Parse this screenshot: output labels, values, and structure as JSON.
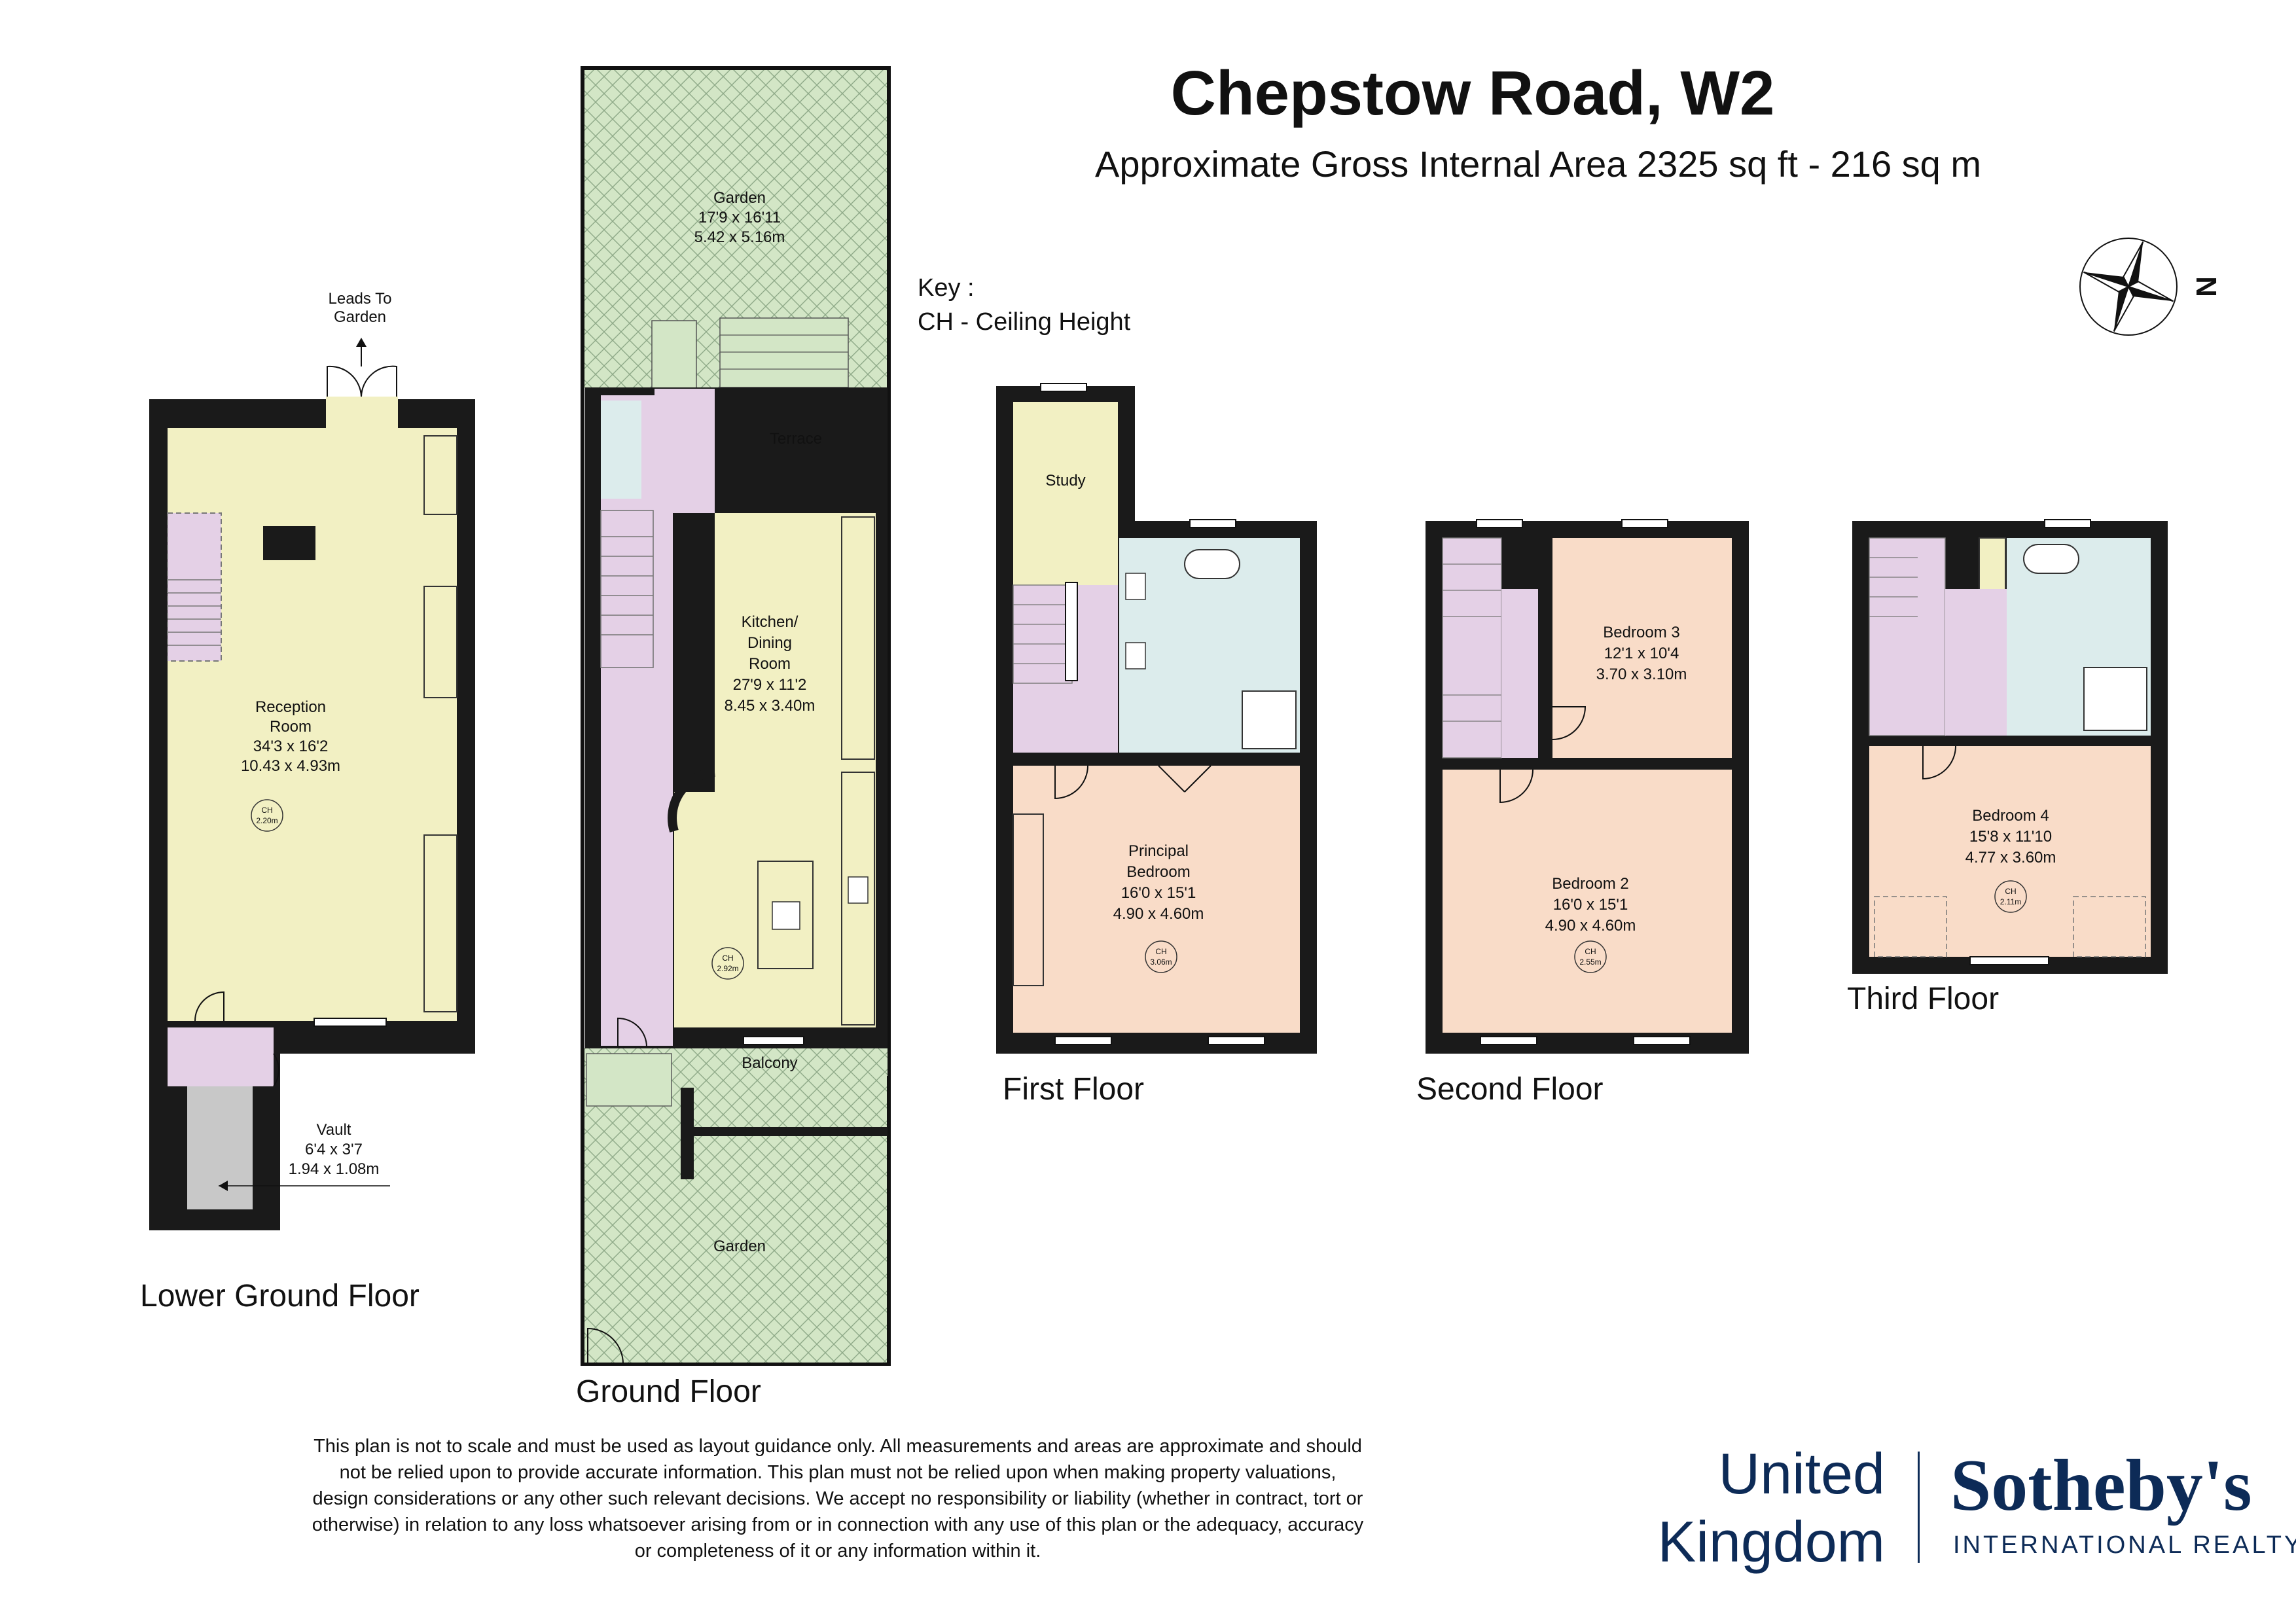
{
  "title": "Chepstow Road, W2",
  "subtitle": "Approximate Gross Internal Area 2325 sq ft - 216 sq m",
  "key": {
    "heading": "Key :",
    "entry": "CH - Ceiling Height"
  },
  "compass_label": "N",
  "floors": {
    "lower_ground": {
      "label": "Lower Ground Floor",
      "leads_line1": "Leads To",
      "leads_line2": "Garden",
      "reception": {
        "name1": "Reception",
        "name2": "Room",
        "imperial": "34'3 x 16'2",
        "metric": "10.43 x 4.93m",
        "ch1": "CH",
        "ch2": "2.20m"
      },
      "vault": {
        "name": "Vault",
        "imperial": "6'4 x 3'7",
        "metric": "1.94 x 1.08m"
      }
    },
    "ground": {
      "label": "Ground Floor",
      "garden_rear": {
        "name": "Garden",
        "imperial": "17'9 x 16'11",
        "metric": "5.42 x 5.16m"
      },
      "terrace": "Terrace",
      "kitchen": {
        "name1": "Kitchen/",
        "name2": "Dining",
        "name3": "Room",
        "imperial": "27'9 x 11'2",
        "metric": "8.45 x 3.40m",
        "ch1": "CH",
        "ch2": "2.92m"
      },
      "balcony": "Balcony",
      "garden_front": "Garden"
    },
    "first": {
      "label": "First Floor",
      "study": "Study",
      "principal": {
        "name1": "Principal",
        "name2": "Bedroom",
        "imperial": "16'0 x 15'1",
        "metric": "4.90 x 4.60m",
        "ch1": "CH",
        "ch2": "3.06m"
      }
    },
    "second": {
      "label": "Second Floor",
      "bedroom3": {
        "name": "Bedroom 3",
        "imperial": "12'1 x 10'4",
        "metric": "3.70 x 3.10m"
      },
      "bedroom2": {
        "name": "Bedroom 2",
        "imperial": "16'0 x 15'1",
        "metric": "4.90 x 4.60m",
        "ch1": "CH",
        "ch2": "2.55m"
      }
    },
    "third": {
      "label": "Third Floor",
      "bedroom4": {
        "name": "Bedroom 4",
        "imperial": "15'8 x 11'10",
        "metric": "4.77 x 3.60m",
        "ch1": "CH",
        "ch2": "2.11m"
      }
    }
  },
  "disclaimer": {
    "line1": "This plan is not to scale and must be used as layout guidance only. All measurements and areas are approximate and should",
    "line2": "not be relied upon to provide accurate information. This plan must not be relied upon when making property valuations,",
    "line3": "design considerations or any other such relevant decisions. We accept no responsibility or liability (whether in contract, tort or",
    "line4": "otherwise) in relation to any loss whatsoever arising from or in connection with any use of this plan or the adequacy, accuracy",
    "line5": "or completeness of it or any information within it."
  },
  "logo": {
    "region_line1": "United",
    "region_line2": "Kingdom",
    "brand": "Sotheby's",
    "tagline": "INTERNATIONAL REALTY"
  },
  "colors": {
    "reception_fill": "#f2f0c3",
    "stairs_fill": "#e4d0e6",
    "bathroom_fill": "#dcecec",
    "bedroom_fill": "#f9dcc8",
    "garden_fill": "#d3e6c6",
    "vault_fill": "#c8c8c8",
    "wall": "#1a1a1a",
    "brand_navy": "#0d2b57"
  }
}
